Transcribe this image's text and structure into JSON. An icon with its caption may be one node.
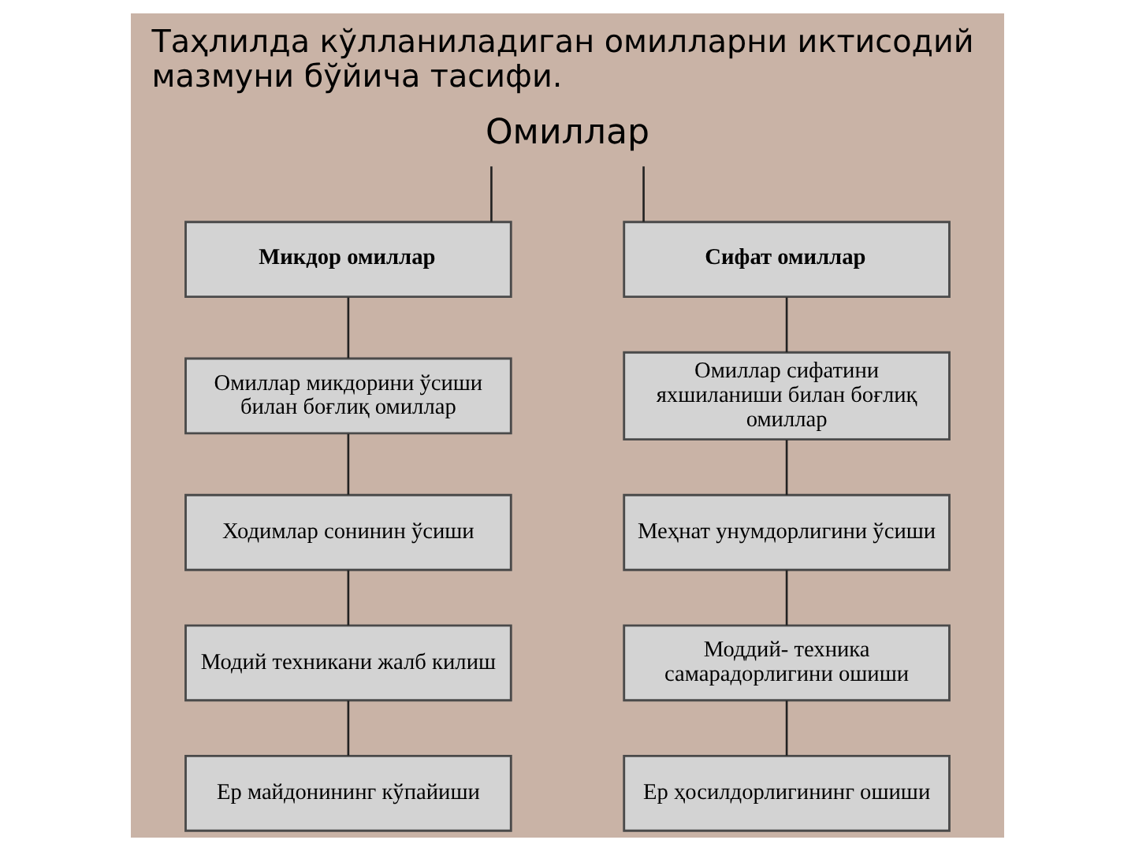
{
  "diagram": {
    "title": "Таҳлилда кўлланиладиган омилларни иктисодий мазмуни бўйича тасифи.",
    "nodes": [
      {
        "text": [
          "Омиллар"
        ]
      },
      {
        "text": [
          "Микдор омиллар"
        ]
      },
      {
        "text": [
          "Сифат омиллар"
        ]
      },
      {
        "text": [
          "Омиллар микдорини ўсиши билан боғлиқ омиллар"
        ]
      },
      {
        "text": [
          "Омиллар сифатини яхшиланиши билан боғлиқ омиллар"
        ]
      },
      {
        "text": [
          "Ходимлар сонинин ўсиши"
        ]
      },
      {
        "text": [
          "Меҳнат унумдорлигини ўсиши"
        ]
      },
      {
        "text": [
          "Модий техникани жалб килиш"
        ]
      },
      {
        "text": [
          "Моддий- техника самарадорлигини ошиши"
        ]
      },
      {
        "text": [
          "Ер майдонининг кўпайиши"
        ]
      },
      {
        "text": [
          "Ер ҳосилдорлигининг ошиши"
        ]
      }
    ],
    "edges": [
      {
        "from": 0,
        "to": 1,
        "arrow": "none"
      },
      {
        "from": 0,
        "to": 2,
        "arrow": "none"
      },
      {
        "from": 1,
        "to": 3,
        "arrow": "none"
      },
      {
        "from": 3,
        "to": 5,
        "arrow": "none"
      },
      {
        "from": 5,
        "to": 7,
        "arrow": "none"
      },
      {
        "from": 7,
        "to": 9,
        "arrow": "none"
      },
      {
        "from": 2,
        "to": 4,
        "arrow": "none"
      },
      {
        "from": 4,
        "to": 6,
        "arrow": "none"
      },
      {
        "from": 6,
        "to": 8,
        "arrow": "none"
      },
      {
        "from": 8,
        "to": 10,
        "arrow": "none"
      }
    ]
  }
}
